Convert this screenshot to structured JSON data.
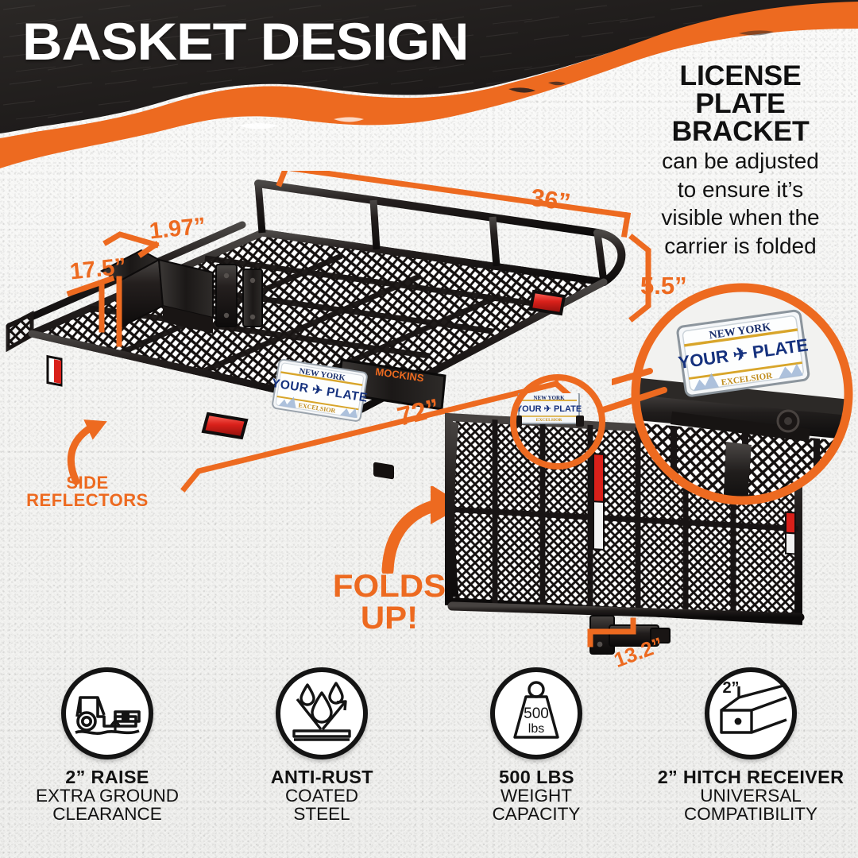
{
  "header": {
    "title": "BASKET DESIGN",
    "background_color": "#231f20",
    "accent_color": "#ED6A20"
  },
  "callout": {
    "heading_line1": "LICENSE",
    "heading_line2": "PLATE",
    "heading_line3": "BRACKET",
    "body_line1": "can be adjusted",
    "body_line2": "to ensure it’s",
    "body_line3": "visible when the",
    "body_line4": "carrier is folded"
  },
  "dimensions": {
    "width_label": "1.97”",
    "shank_label": "17.5”",
    "depth_label": "36”",
    "rail_height_label": "5.5”",
    "length_label": "72”",
    "folded_depth_label": "13.2”"
  },
  "annotations": {
    "side_reflectors_line1": "SIDE",
    "side_reflectors_line2": "REFLECTORS",
    "folds_up_line1": "FOLDS",
    "folds_up_line2": "UP!"
  },
  "brand": {
    "name": "MOCKINS",
    "color": "#ED6A20"
  },
  "license_plate": {
    "state": "NEW YORK",
    "number": "YOUR ✈ PLATE",
    "motto": "EXCELSIOR"
  },
  "features": [
    {
      "icon": "ground-clearance-icon",
      "icon_text": "",
      "title": "2” RAISE",
      "line2": "EXTRA GROUND",
      "line3": "CLEARANCE"
    },
    {
      "icon": "water-repellent-icon",
      "icon_text": "",
      "title": "ANTI-RUST",
      "line2": "COATED",
      "line3": "STEEL"
    },
    {
      "icon": "weight-icon",
      "icon_text_line1": "500",
      "icon_text_line2": "lbs",
      "title": "500 LBS",
      "line2": "WEIGHT",
      "line3": "CAPACITY"
    },
    {
      "icon": "hitch-receiver-icon",
      "icon_text": "2”",
      "title": "2” HITCH RECEIVER",
      "line2": "UNIVERSAL",
      "line3": "COMPATIBILITY"
    }
  ]
}
